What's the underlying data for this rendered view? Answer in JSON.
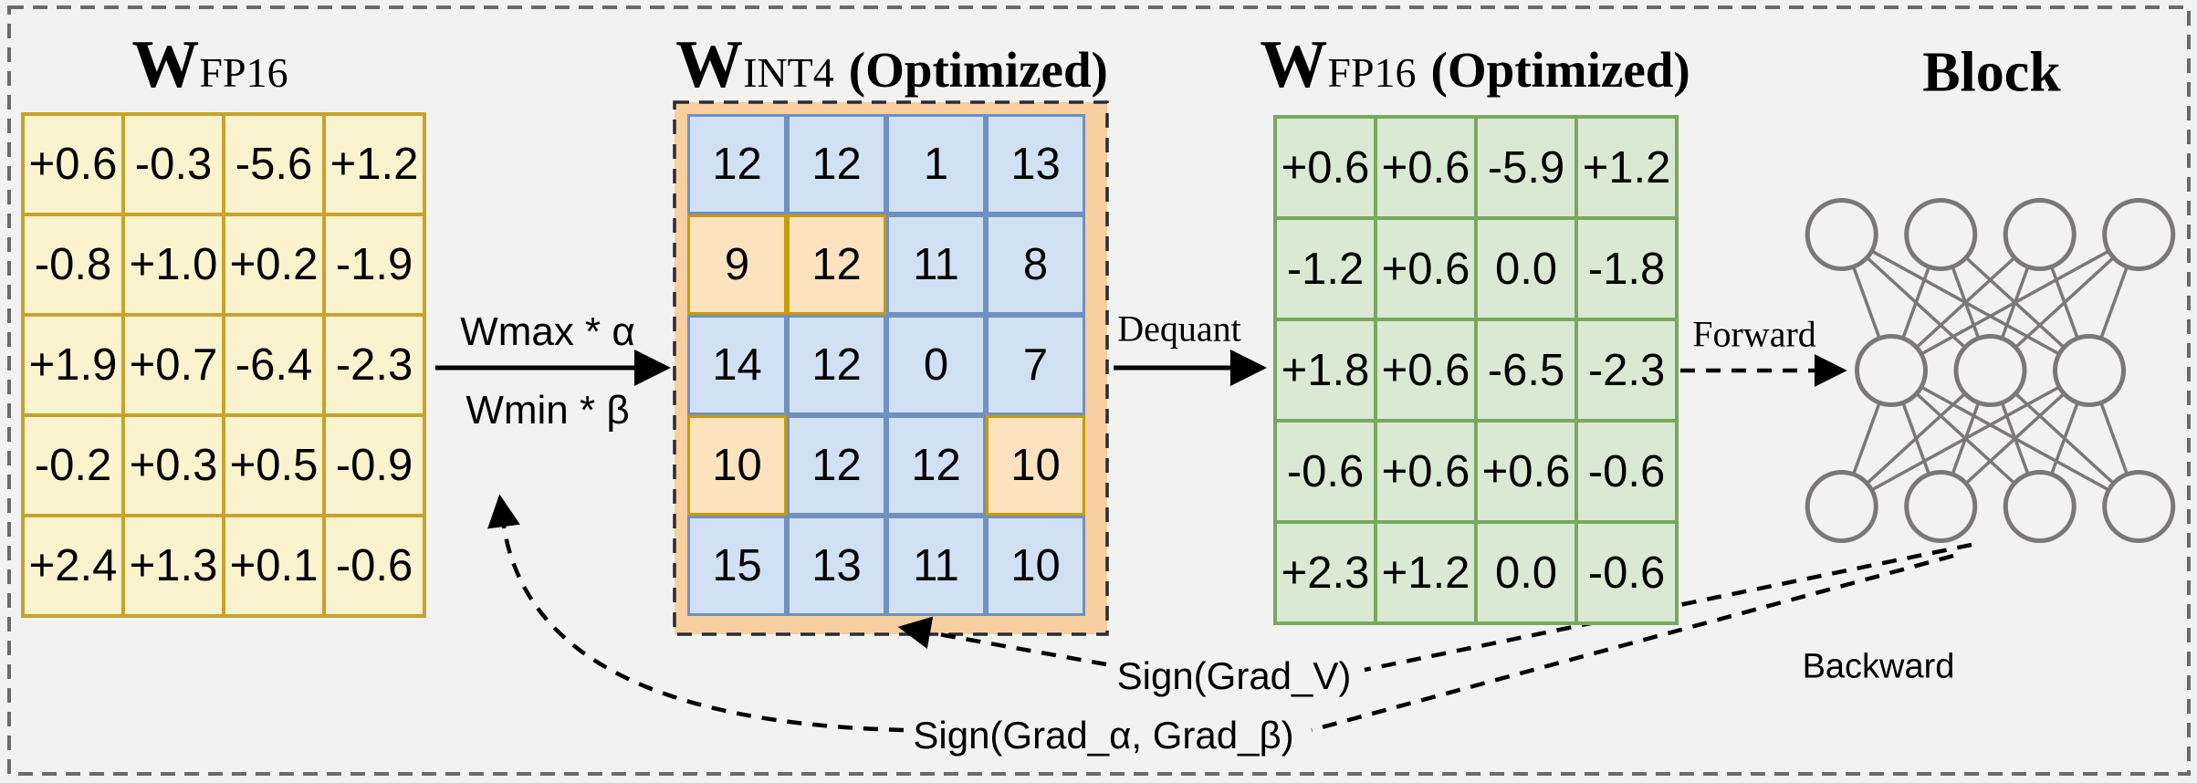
{
  "titles": {
    "m1": {
      "main": "W",
      "sub": "FP16",
      "suffix": ""
    },
    "m2": {
      "main": "W",
      "sub": "INT4",
      "suffix": "(Optimized)"
    },
    "m3": {
      "main": "W",
      "sub": "FP16",
      "suffix": "(Optimized)"
    },
    "block": "Block"
  },
  "matrices": {
    "fp16": {
      "rows": [
        [
          "+0.6",
          "-0.3",
          "-5.6",
          "+1.2"
        ],
        [
          "-0.8",
          "+1.0",
          "+0.2",
          "-1.9"
        ],
        [
          "+1.9",
          "+0.7",
          "-6.4",
          "-2.3"
        ],
        [
          "-0.2",
          "+0.3",
          "+0.5",
          "-0.9"
        ],
        [
          "+2.4",
          "+1.3",
          "+0.1",
          "-0.6"
        ]
      ]
    },
    "int4": {
      "rows": [
        [
          "12",
          "12",
          "1",
          "13"
        ],
        [
          "9",
          "12",
          "11",
          "8"
        ],
        [
          "14",
          "12",
          "0",
          "7"
        ],
        [
          "10",
          "12",
          "12",
          "10"
        ],
        [
          "15",
          "13",
          "11",
          "10"
        ]
      ],
      "highlighted": [
        [
          1,
          0
        ],
        [
          1,
          1
        ],
        [
          3,
          0
        ],
        [
          3,
          3
        ]
      ]
    },
    "fp16_opt": {
      "rows": [
        [
          "+0.6",
          "+0.6",
          "-5.9",
          "+1.2"
        ],
        [
          "-1.2",
          "+0.6",
          "0.0",
          "-1.8"
        ],
        [
          "+1.8",
          "+0.6",
          "-6.5",
          "-2.3"
        ],
        [
          "-0.6",
          "+0.6",
          "+0.6",
          "-0.6"
        ],
        [
          "+2.3",
          "+1.2",
          "0.0",
          "-0.6"
        ]
      ]
    }
  },
  "labels": {
    "wmax": "Wmax * α",
    "wmin": "Wmin * β",
    "dequant": "Dequant",
    "forward": "Forward",
    "backward": "Backward",
    "grad_v": "Sign(Grad_V)",
    "grad_ab": "Sign(Grad_α, Grad_β)"
  },
  "network": {
    "layers": [
      4,
      3,
      4
    ]
  },
  "colors": {
    "bg": "#f2f2f2",
    "frame": "#6a6a6a",
    "yellow_fill": "#fbf2ce",
    "yellow_border": "#c8a22b",
    "orange_fill": "#f8cfa1",
    "blue_fill": "#d2e0f4",
    "blue_border": "#7090c0",
    "hl_fill": "#fce2be",
    "hl_border": "#c89b0a",
    "green_fill": "#d9e9d3",
    "green_border": "#79a85e",
    "net": "#7a7776",
    "ink": "#000000"
  }
}
